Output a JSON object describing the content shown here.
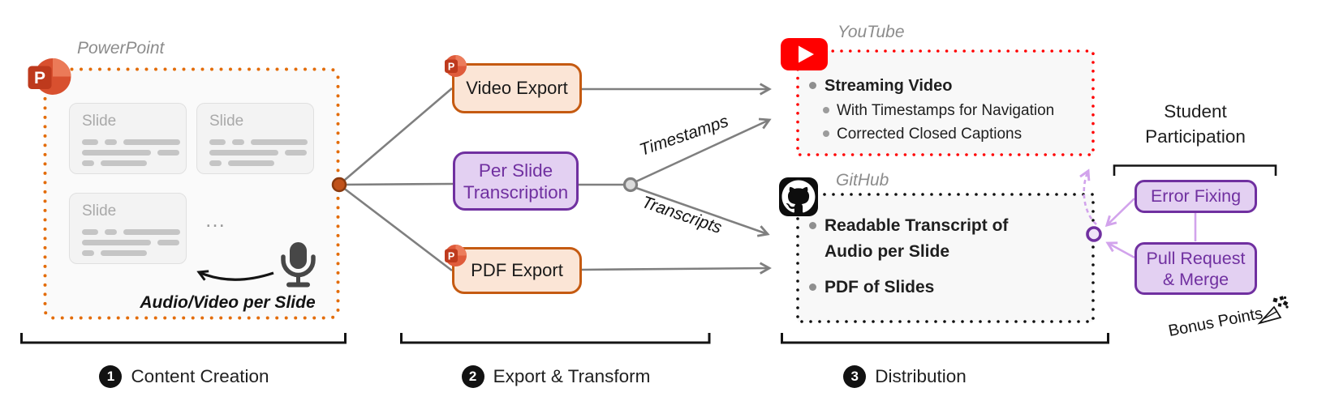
{
  "colors": {
    "powerpoint_orange": "#E36C09",
    "export_border": "#C55A11",
    "export_fill": "#FBE5D6",
    "purple": "#7030A0",
    "purple_fill": "#E3D0F2",
    "purple_arrow": "#D2A3EC",
    "youtube_red": "#FF0000",
    "github_black": "#0D0D0D",
    "line_gray": "#7F7F7F"
  },
  "powerpoint": {
    "label": "PowerPoint",
    "icon_letter": "P",
    "slide_title": "Slide",
    "ellipsis": "…",
    "audio_note": "Audio/Video per Slide"
  },
  "transform": {
    "badge_letter": "P",
    "video_export": "Video Export",
    "per_slide": "Per Slide Transcription",
    "pdf_export": "PDF Export"
  },
  "edges": {
    "timestamps": "Timestamps",
    "transcripts": "Transcripts"
  },
  "youtube": {
    "label": "YouTube",
    "items": [
      {
        "text": "Streaming Video"
      },
      {
        "text": "With Timestamps for Navigation"
      },
      {
        "text": "Corrected Closed Captions"
      }
    ]
  },
  "github": {
    "label": "GitHub",
    "items": [
      {
        "text": "Readable Transcript of Audio per Slide"
      },
      {
        "text": "PDF of Slides"
      }
    ]
  },
  "student": {
    "title": "Student Participation",
    "error_fixing": "Error Fixing",
    "pull_request": "Pull Request & Merge",
    "bonus": "Bonus Points"
  },
  "stages": [
    {
      "num": "1",
      "label": "Content Creation"
    },
    {
      "num": "2",
      "label": "Export & Transform"
    },
    {
      "num": "3",
      "label": "Distribution"
    }
  ]
}
